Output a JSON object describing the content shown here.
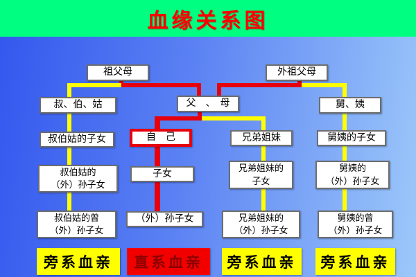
{
  "header": {
    "title": "血缘关系图"
  },
  "colors": {
    "banner_bg": "#00ff80",
    "title_text": "#ff0000",
    "background_gradient_left": "#3357ee",
    "background_gradient_right": "#9cc8fa",
    "direct_line": "#e6000e",
    "collateral_line": "#ffff00",
    "node_bg": "#ffffff",
    "node_border": "#6e6e6e",
    "self_node_border": "#e6000e",
    "legend_collateral_bg": "#ffff00",
    "legend_collateral_text": "#000000",
    "legend_direct_bg": "#f20000",
    "legend_direct_text": "#8b0000"
  },
  "nodes": {
    "paternal_grandparents": "祖父母",
    "maternal_grandparents": "外祖父母",
    "paternal_uncles_aunts": "叔、伯、姑",
    "parents": "父　、　母",
    "maternal_uncles_aunts": "舅、姨",
    "paternal_cousins": "叔伯姑的子女",
    "self": "自　己",
    "siblings": "兄弟姐妹",
    "maternal_cousins": "舅姨的子女",
    "paternal_cousins_children": "叔伯姑的\n（外）孙子女",
    "children": "子女",
    "siblings_children": "兄弟姐妹的\n子女",
    "maternal_cousins_children": "舅姨的\n（外）孙子女",
    "paternal_cousins_grandchildren": "叔伯姑的曾\n（外）孙子女",
    "grandchildren": "（外）孙子女",
    "siblings_grandchildren": "兄弟姐妹的\n（外）孙子女",
    "maternal_cousins_grandchildren": "舅姨的曾\n（外）孙子女"
  },
  "legend": {
    "items": [
      {
        "label": "旁系血亲",
        "type": "collateral"
      },
      {
        "label": "直系血亲",
        "type": "direct"
      },
      {
        "label": "旁系血亲",
        "type": "collateral"
      },
      {
        "label": "旁系血亲",
        "type": "collateral"
      }
    ]
  }
}
